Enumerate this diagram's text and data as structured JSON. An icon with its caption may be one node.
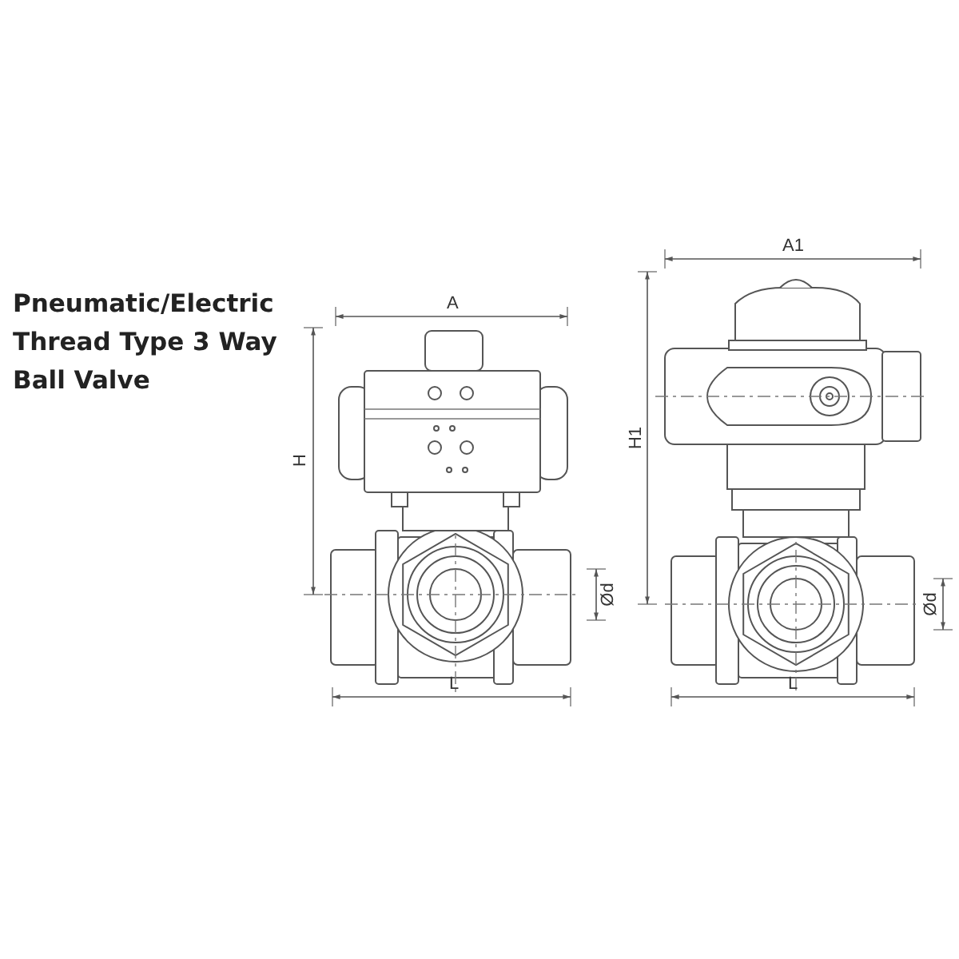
{
  "diagram": {
    "title": "Pneumatic/Electric Thread Type 3 Way Ball Valve",
    "labels": [
      "A",
      "H",
      "L",
      "Ød",
      "A1",
      "H1",
      "L",
      "Ød"
    ]
  }
}
